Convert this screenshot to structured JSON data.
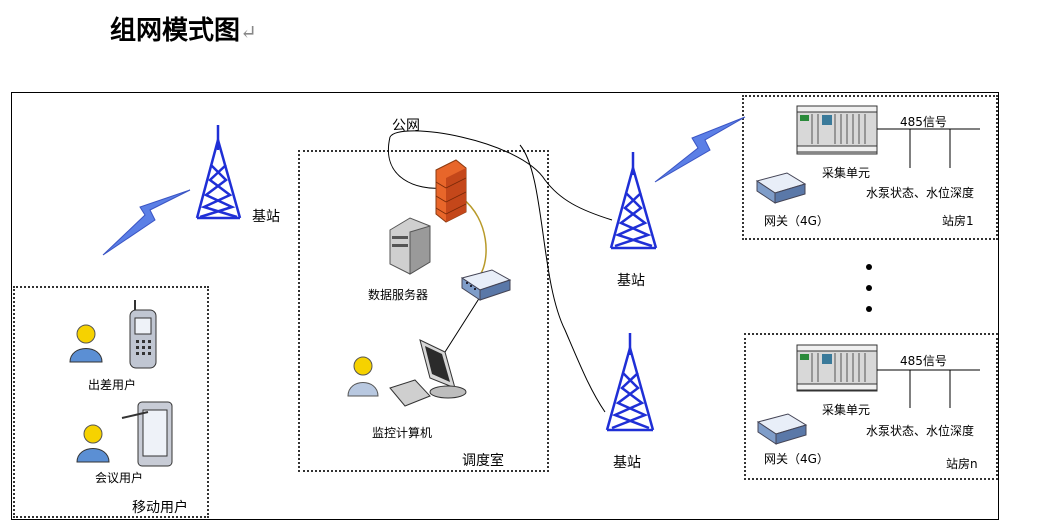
{
  "title": "组网模式图",
  "title_mark": "↵",
  "labels": {
    "public_net": "公网",
    "base_station_left": "基站",
    "base_station_mid_top": "基站",
    "base_station_mid_bottom": "基站",
    "data_server": "数据服务器",
    "monitor_pc": "监控计算机",
    "dispatch_room": "调度室",
    "travel_user": "出差用户",
    "meeting_user": "会议用户",
    "mobile_users": "移动用户",
    "station1": {
      "signal": "485信号",
      "collector": "采集单元",
      "states": "水泵状态、水位深度",
      "gateway": "网关（4G）",
      "room": "站房1"
    },
    "stationN": {
      "signal": "485信号",
      "collector": "采集单元",
      "states": "水泵状态、水位深度",
      "gateway": "网关（4G）",
      "room": "站房n"
    }
  },
  "colors": {
    "tower": "#1f2fd6",
    "lightning": "#4a6fe0",
    "firewall": "#e8662a",
    "cable": "#b89a2a",
    "person_head": "#f6d200",
    "person_body": "#5b8fd4"
  }
}
